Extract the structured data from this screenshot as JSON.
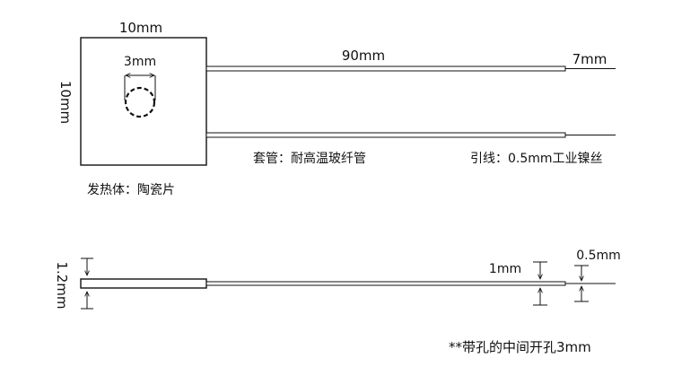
{
  "top_view": {
    "width_label": "10mm",
    "height_label": "10mm",
    "hole_label": "3mm",
    "sleeve_length_label": "90mm",
    "lead_length_label": "7mm",
    "sleeve_material_label": "套管：耐高温玻纤管",
    "lead_wire_label": "引线：0.5mm工业镍丝",
    "body_material_label": "发热体：陶瓷片"
  },
  "side_view": {
    "thickness_label": "1.2mm",
    "sleeve_diameter_label": "1mm",
    "wire_diameter_label": "0.5mm"
  },
  "note": "**带孔的中间开孔3mm"
}
